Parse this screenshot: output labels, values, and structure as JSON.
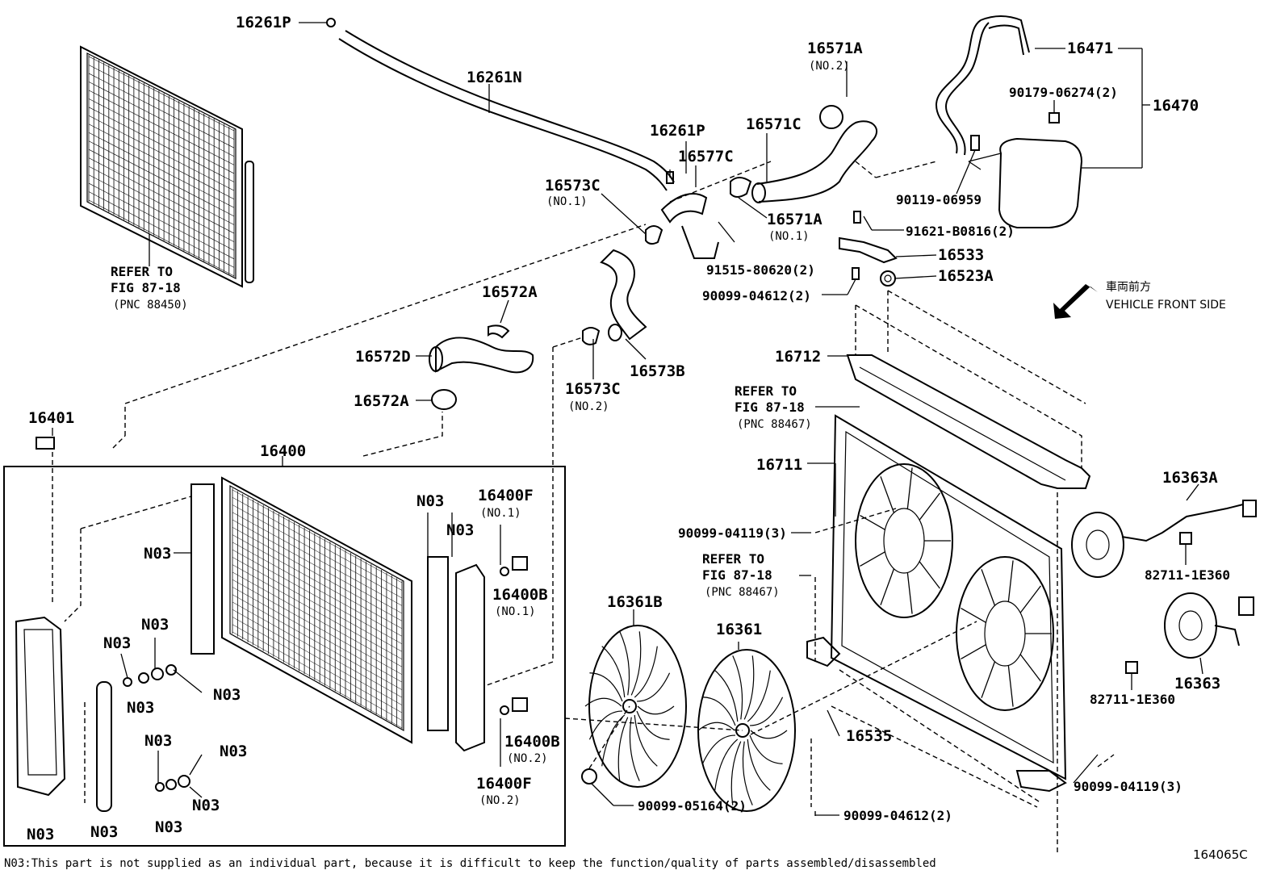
{
  "labels": {
    "p16261P_top": "16261P",
    "p16261N": "16261N",
    "p16571A_top": "16571A",
    "p16571A_top_sub": "(NO.2)",
    "p16471": "16471",
    "p90179": "90179-06274(2)",
    "p16470": "16470",
    "p16261P_mid": "16261P",
    "p16571C": "16571C",
    "p16577C": "16577C",
    "p16573C_no1": "16573C",
    "p16573C_no1_sub": "(NO.1)",
    "p90119": "90119-06959",
    "p16571A_mid": "16571A",
    "p16571A_mid_sub": "(NO.1)",
    "p91621": "91621-B0816(2)",
    "p91515": "91515-80620(2)",
    "p16533": "16533",
    "p90099_04612_top": "90099-04612(2)",
    "p16523A": "16523A",
    "vehicle_front_jp": "車両前方",
    "vehicle_front_en": "VEHICLE FRONT SIDE",
    "p16572A_top": "16572A",
    "p16572D": "16572D",
    "p16572A_low": "16572A",
    "p16573C_no2": "16573C",
    "p16573C_no2_sub": "(NO.2)",
    "p16573B": "16573B",
    "p16712": "16712",
    "ref_fig_a_1": "REFER TO",
    "ref_fig_a_2": "FIG 87-18",
    "ref_fig_a_3": "(PNC 88450)",
    "ref_fig_b_1": "REFER TO",
    "ref_fig_b_2": "FIG 87-18",
    "ref_fig_b_3": "(PNC 88467)",
    "ref_fig_c_1": "REFER TO",
    "ref_fig_c_2": "FIG 87-18",
    "ref_fig_c_3": "(PNC 88467)",
    "p16401": "16401",
    "p16400": "16400",
    "p16711": "16711",
    "p16363A": "16363A",
    "p16400F_no1": "16400F",
    "p16400F_no1_sub": "(NO.1)",
    "p16400B_no1": "16400B",
    "p16400B_no1_sub": "(NO.1)",
    "p90099_04119_a": "90099-04119(3)",
    "p82711_a": "82711-1E360",
    "p16361B": "16361B",
    "p16361": "16361",
    "p16363": "16363",
    "p82711_b": "82711-1E360",
    "p16535": "16535",
    "p16400B_no2": "16400B",
    "p16400B_no2_sub": "(NO.2)",
    "p16400F_no2": "16400F",
    "p16400F_no2_sub": "(NO.2)",
    "p90099_04119_b": "90099-04119(3)",
    "p90099_05164": "90099-05164(2)",
    "p90099_04612_low": "90099-04612(2)",
    "n03": "N03",
    "footnote": "N03:This part is not supplied as an individual part, because it is difficult to keep the function/quality of parts assembled/disassembled",
    "figure_id": "164065C"
  }
}
